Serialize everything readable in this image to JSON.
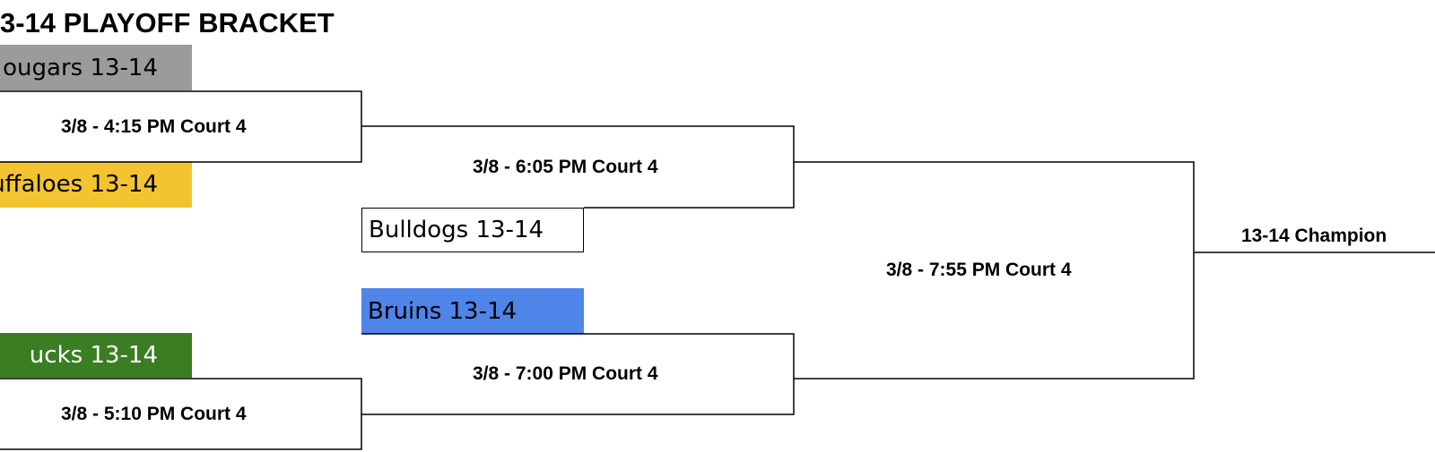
{
  "title": "3-14 PLAYOFF BRACKET",
  "colors": {
    "cougars": "#9b9b9b",
    "buffaloes": "#f4c430",
    "bucks": "#3a7d23",
    "bruins": "#4f84e8",
    "bulldogs": "#ffffff",
    "line": "#000000"
  },
  "teams": {
    "cougars": "ougars 13-14",
    "buffaloes": "uffaloes 13-14",
    "bucks": "ucks 13-14",
    "bulldogs": "Bulldogs 13-14",
    "bruins": "Bruins 13-14"
  },
  "games": {
    "g1": "3/8 - 4:15 PM Court 4",
    "g2": "3/8 - 5:10 PM Court 4",
    "g3": "3/8 - 6:05 PM Court 4",
    "g4": "3/8 - 7:00 PM Court 4",
    "g5": "3/8 - 7:55 PM Court 4"
  },
  "champion": "13-14 Champion"
}
